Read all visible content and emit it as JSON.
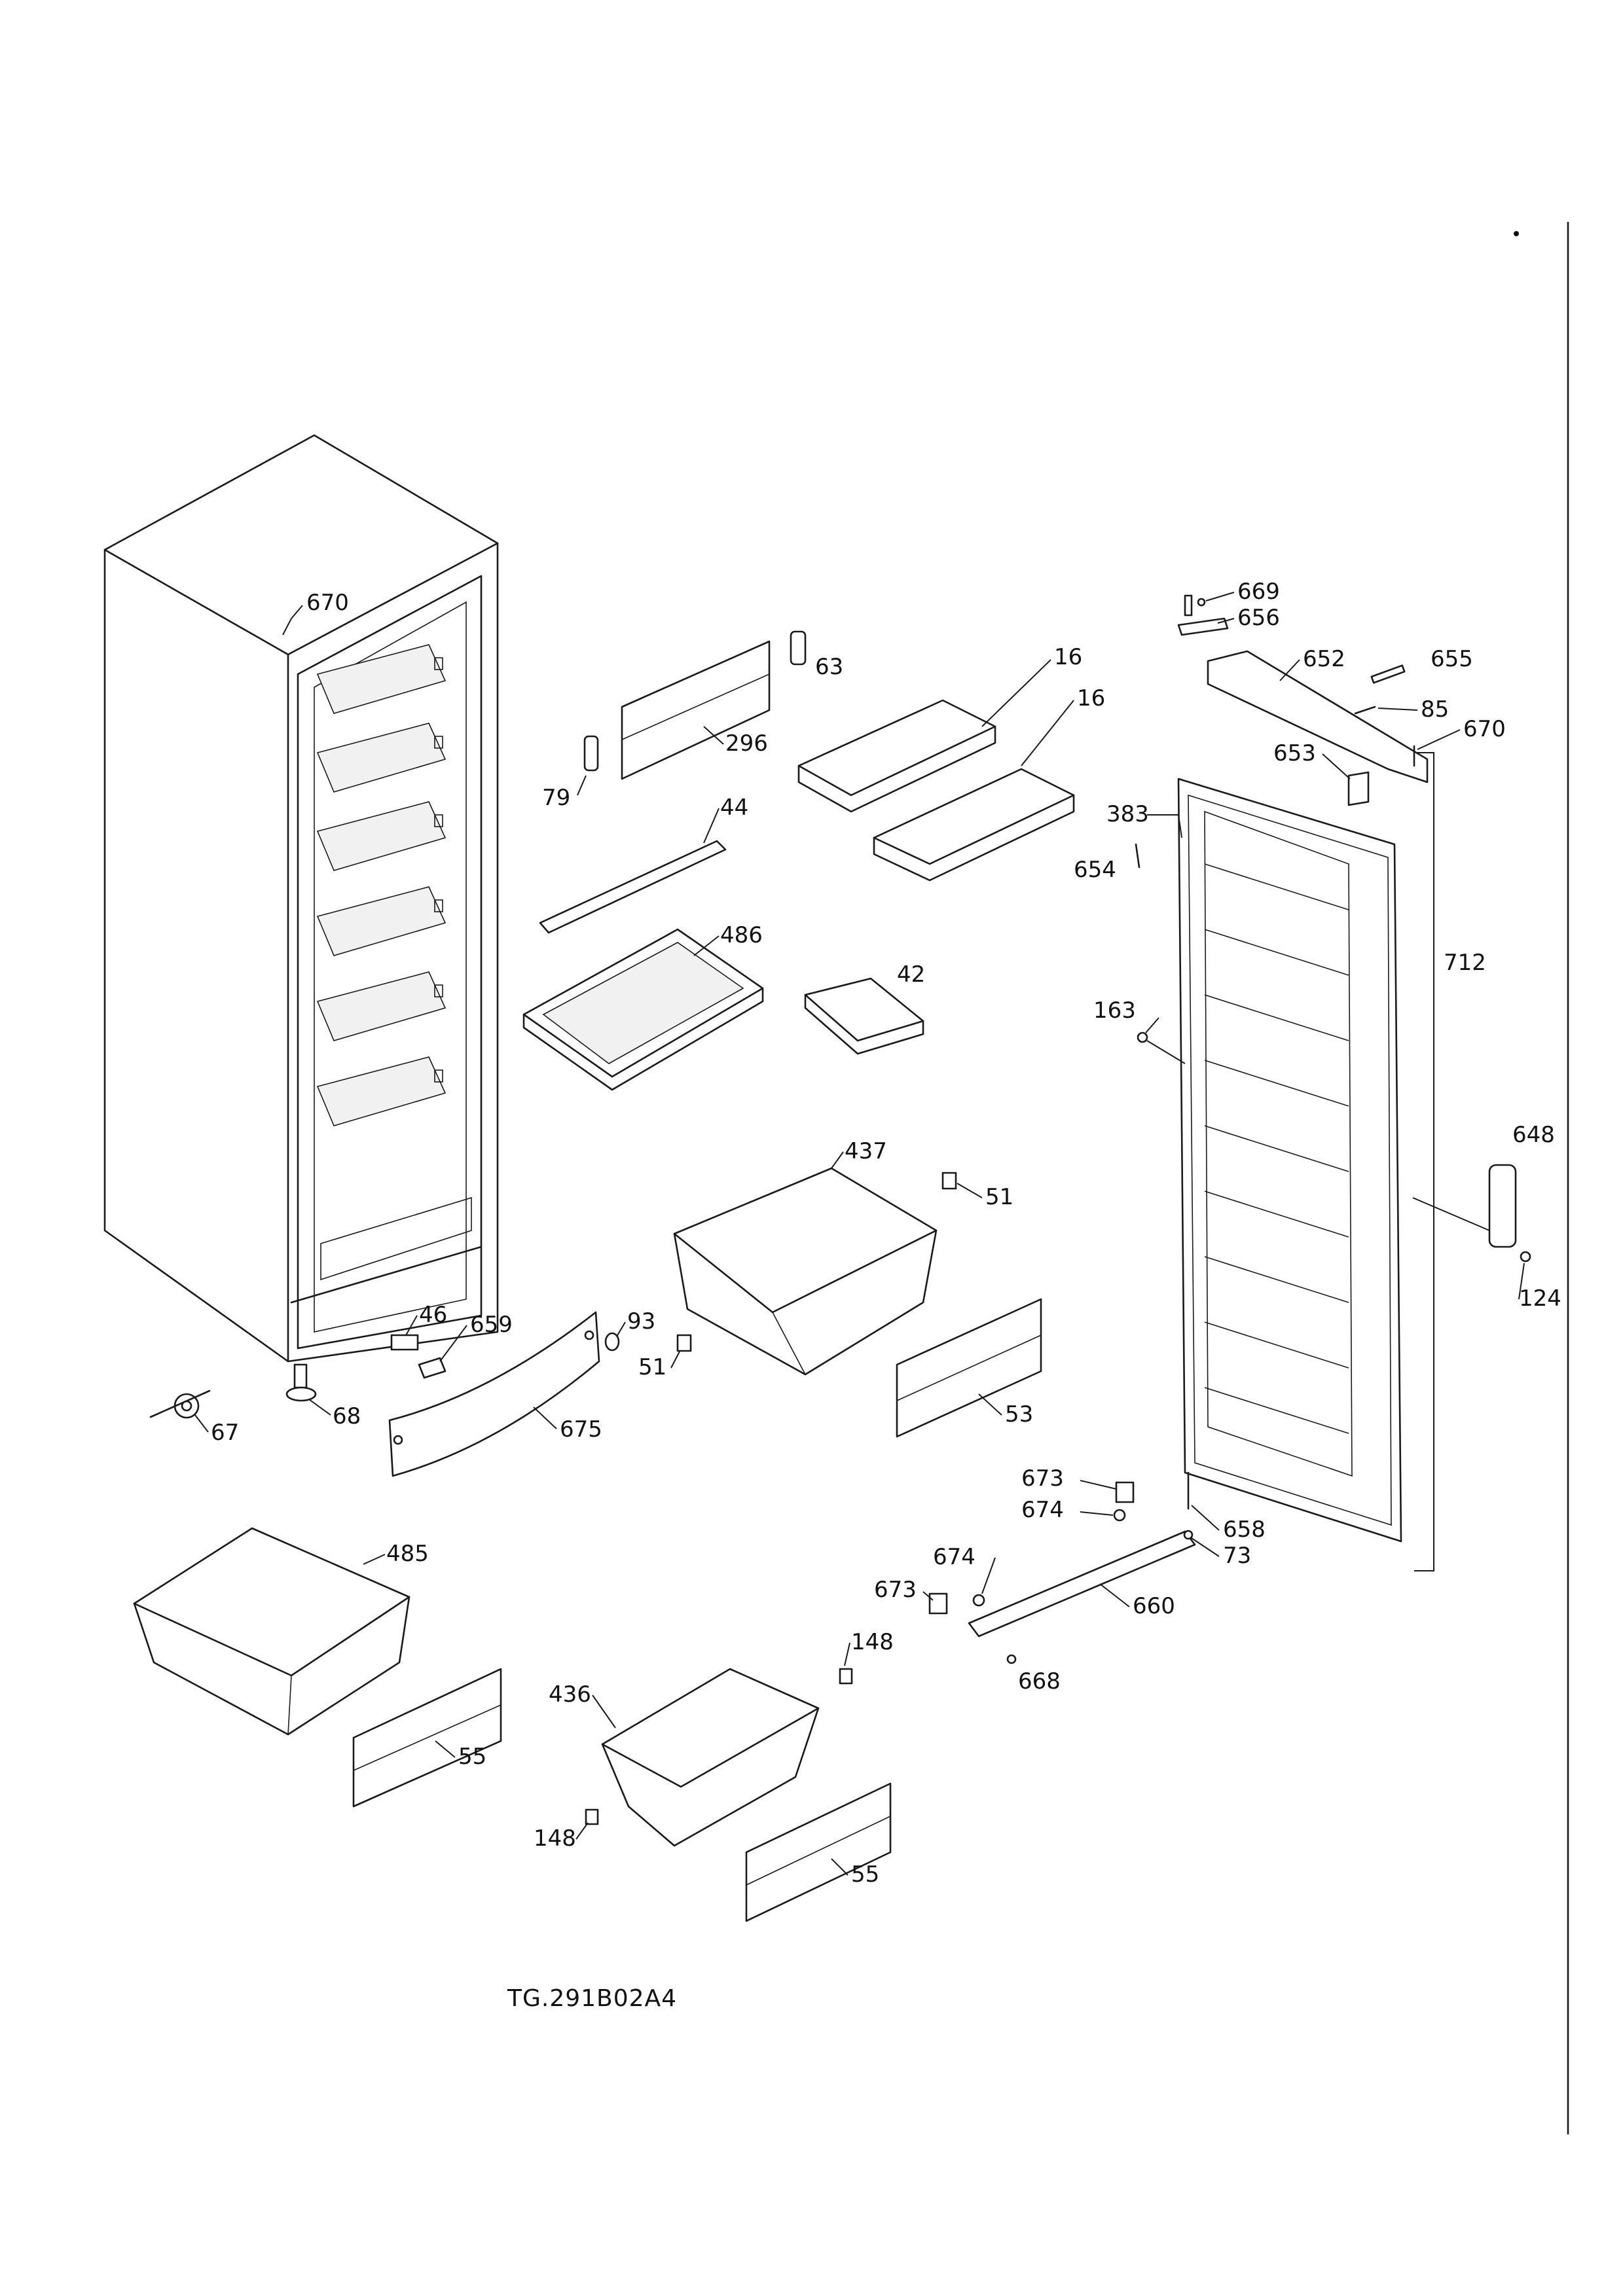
{
  "drawing_code": "TG.291B02A4",
  "part_labels": {
    "p670a": "670",
    "p63": "63",
    "p16a": "16",
    "p16b": "16",
    "p296": "296",
    "p79": "79",
    "p44": "44",
    "p486": "486",
    "p42": "42",
    "p669": "669",
    "p656": "656",
    "p652": "652",
    "p655": "655",
    "p85": "85",
    "p670b": "670",
    "p653": "653",
    "p383": "383",
    "p654": "654",
    "p712": "712",
    "p163": "163",
    "p648": "648",
    "p124": "124",
    "p437": "437",
    "p51a": "51",
    "p51b": "51",
    "p53": "53",
    "p46": "46",
    "p659": "659",
    "p93": "93",
    "p675": "675",
    "p67": "67",
    "p68": "68",
    "p673a": "673",
    "p674a": "674",
    "p658": "658",
    "p73": "73",
    "p674b": "674",
    "p673b": "673",
    "p660": "660",
    "p668": "668",
    "p485": "485",
    "p55a": "55",
    "p148a": "148",
    "p436": "436",
    "p148b": "148",
    "p55b": "55"
  }
}
